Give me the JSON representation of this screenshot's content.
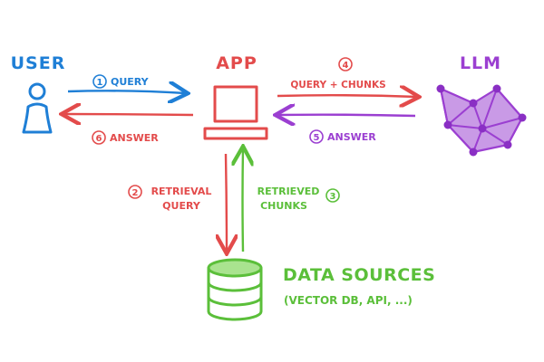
{
  "nodes": {
    "user": {
      "label": "USER",
      "color": "#1f7fd6"
    },
    "app": {
      "label": "APP",
      "color": "#e34b4b"
    },
    "llm": {
      "label": "LLM",
      "color": "#9b3fd1"
    },
    "data_sources": {
      "label": "DATA SOURCES",
      "sublabel": "(VECTOR DB, API, ...)",
      "color": "#5bbf3a"
    }
  },
  "steps": {
    "s1": {
      "num": "1",
      "label": "QUERY",
      "color": "#1f7fd6"
    },
    "s2": {
      "num": "2",
      "line1": "RETRIEVAL",
      "line2": "QUERY",
      "color": "#e34b4b"
    },
    "s3": {
      "num": "3",
      "line1": "RETRIEVED",
      "line2": "CHUNKS",
      "color": "#5bbf3a"
    },
    "s4": {
      "num": "4",
      "label": "QUERY + CHUNKS",
      "color": "#e34b4b"
    },
    "s5": {
      "num": "5",
      "label": "ANSWER",
      "color": "#9b3fd1"
    },
    "s6": {
      "num": "6",
      "label": "ANSWER",
      "color": "#e34b4b"
    }
  }
}
